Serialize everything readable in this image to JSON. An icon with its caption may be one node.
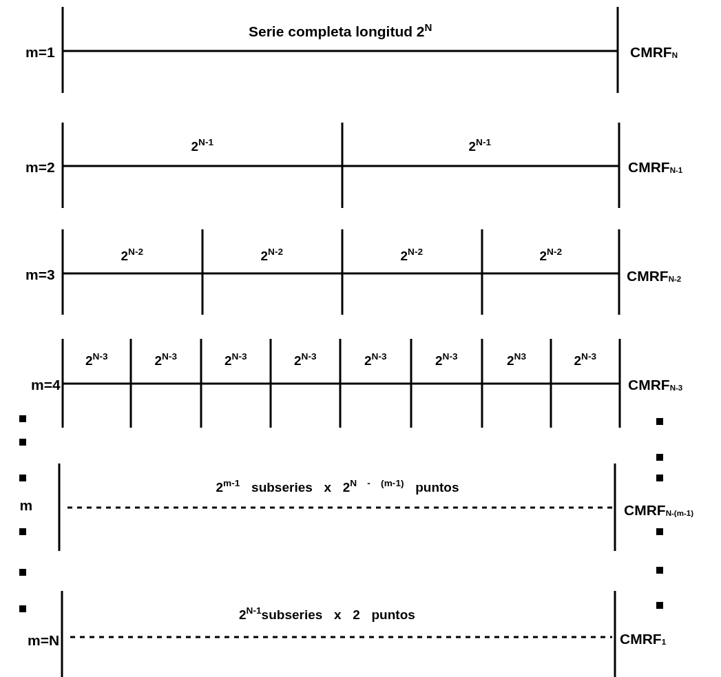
{
  "diagram": {
    "labels": [
      "Serie completa longitud 2$^{N}$",
      "m=1",
      "CMRF$_{N}$",
      "2$^{N-1}$",
      "2$^{N-1}$",
      "m=2",
      "CMRF$_{N-1}$",
      "2$^{N-2}$",
      "2$^{N-2}$",
      "2$^{N-2}$",
      "2$^{N-2}$",
      "m=3",
      "CMRF$_{N-2}$",
      "2$^{N-3}$",
      "2$^{N-3}$",
      "2$^{N-3}$",
      "2$^{N-3}$",
      "2$^{N-3}$",
      "2$^{N-3}$",
      "2$^{N3}$",
      "2$^{N-3}$",
      "m=4",
      "CMRF$_{N-3}$",
      "m",
      "2$^{m-1}$ subseries x 2$^{N - (m-1)}$ puntos",
      "CMRF$_{N-(m-1)}$",
      "m=N",
      "2$^{N-1}$subseries x 2 puntos",
      "CMRF$_{1}$"
    ]
  }
}
